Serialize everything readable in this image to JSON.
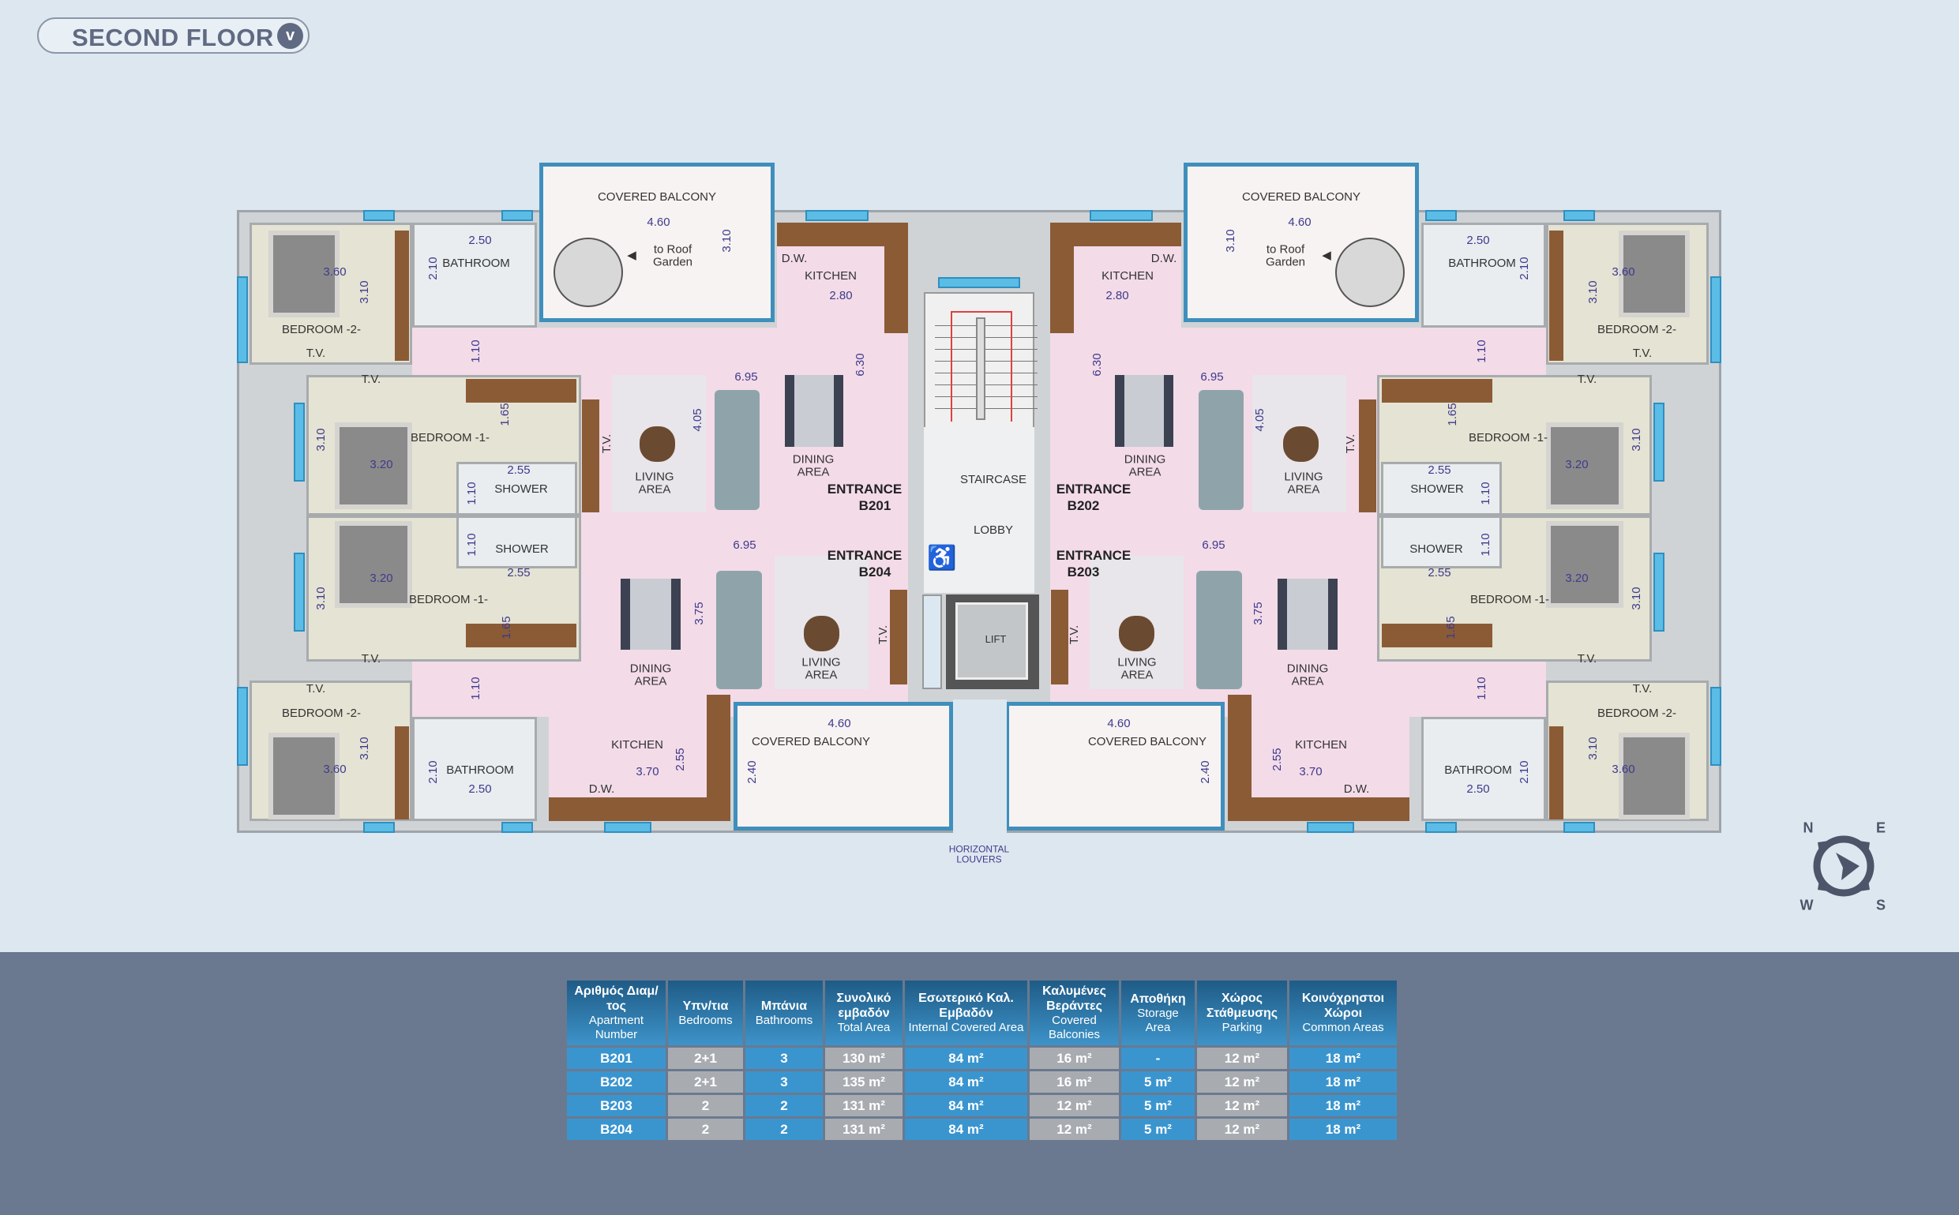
{
  "floor_selector": {
    "label": "SECOND FLOOR",
    "chevron": "v"
  },
  "plan": {
    "labels": {
      "bedroom1": "BEDROOM -1-",
      "bedroom2": "BEDROOM -2-",
      "bathroom": "BATHROOM",
      "shower": "SHOWER",
      "kitchen": "KITCHEN",
      "living": "LIVING AREA",
      "dining": "DINING AREA",
      "balcony": "COVERED BALCONY",
      "entrance": "ENTRANCE",
      "tv": "T.V.",
      "dw": "D.W.",
      "roof": "to Roof Garden",
      "roof_arrow": "◀"
    },
    "units": [
      {
        "id": "B201"
      },
      {
        "id": "B202"
      },
      {
        "id": "B204"
      },
      {
        "id": "B203"
      }
    ],
    "dims_top": {
      "bed2_w": "3.60",
      "bed2_h": "3.10",
      "bath_h": "2.10",
      "bath_w": "2.50",
      "balc_w": "4.60",
      "balc_h": "3.10",
      "kit_w": "2.80",
      "kit_h": "6.30",
      "liv_w": "6.95",
      "liv_h": "4.05",
      "hall": "1.10",
      "bed1_wr": "1.65",
      "bed1_h": "3.10",
      "bed1_w": "3.20",
      "show_w": "2.55",
      "show_h": "1.10"
    },
    "dims_bottom": {
      "bed1_w": "3.20",
      "bed1_h": "3.10",
      "bed1_wr": "1.65",
      "show_w": "2.55",
      "show_h": "1.10",
      "bed2_w": "3.60",
      "bed2_h": "3.10",
      "bath_h": "2.10",
      "bath_w": "2.50",
      "hall": "1.10",
      "kit_w": "3.70",
      "kit_h": "2.55",
      "liv_w": "6.95",
      "liv_h": "3.75",
      "balc_w": "4.60",
      "balc_h": "2.40"
    },
    "core": {
      "staircase": "STAIRCASE",
      "lobby": "LOBBY",
      "lift": "LIFT",
      "louvers": "HORIZONTAL LOUVERS",
      "accessible": "♿"
    },
    "compass": {
      "n": "N",
      "e": "E",
      "s": "S",
      "w": "W"
    }
  },
  "table": {
    "headers": [
      {
        "gr": "Αριθμός Διαμ/τος",
        "en": "Apartment Number"
      },
      {
        "gr": "Υπν/τια",
        "en": "Bedrooms"
      },
      {
        "gr": "Μπάνια",
        "en": "Bathrooms"
      },
      {
        "gr": "Συνολικό εμβαδόν",
        "en": "Total Area"
      },
      {
        "gr": "Εσωτερικό Καλ. Εμβαδόν",
        "en": "Internal Covered Area"
      },
      {
        "gr": "Καλυμένες Βεράντες",
        "en": "Covered Balconies"
      },
      {
        "gr": "Αποθήκη",
        "en": "Storage Area"
      },
      {
        "gr": "Χώρος Στάθμευσης",
        "en": "Parking"
      },
      {
        "gr": "Κοινόχρηστοι Χώροι",
        "en": "Common Areas"
      }
    ],
    "rows": [
      [
        "B201",
        "2+1",
        "3",
        "130 m²",
        "84 m²",
        "16 m²",
        "-",
        "12 m²",
        "18 m²"
      ],
      [
        "B202",
        "2+1",
        "3",
        "135 m²",
        "84 m²",
        "16 m²",
        "5 m²",
        "12 m²",
        "18 m²"
      ],
      [
        "B203",
        "2",
        "2",
        "131 m²",
        "84 m²",
        "12 m²",
        "5 m²",
        "12 m²",
        "18 m²"
      ],
      [
        "B204",
        "2",
        "2",
        "131 m²",
        "84 m²",
        "12 m²",
        "5 m²",
        "12 m²",
        "18 m²"
      ]
    ]
  }
}
